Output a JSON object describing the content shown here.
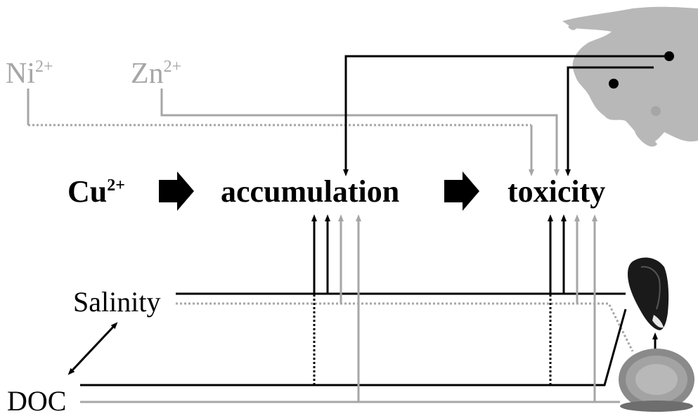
{
  "metals": {
    "ni": {
      "base": "Ni",
      "charge": "2+"
    },
    "zn": {
      "base": "Zn",
      "charge": "2+"
    },
    "cu": {
      "base": "Cu",
      "charge": "2+"
    }
  },
  "stages": {
    "accumulation": "accumulation",
    "toxicity": "toxicity"
  },
  "drivers": {
    "salinity": "Salinity",
    "doc": "DOC"
  },
  "colors": {
    "black": "#000000",
    "grey": "#a6a6a6",
    "map_land": "#b8b8b8"
  },
  "icons": {
    "europe_map": "europe-map-icon",
    "mussel": "mussel-icon",
    "oyster": "oyster-shell-icon"
  }
}
